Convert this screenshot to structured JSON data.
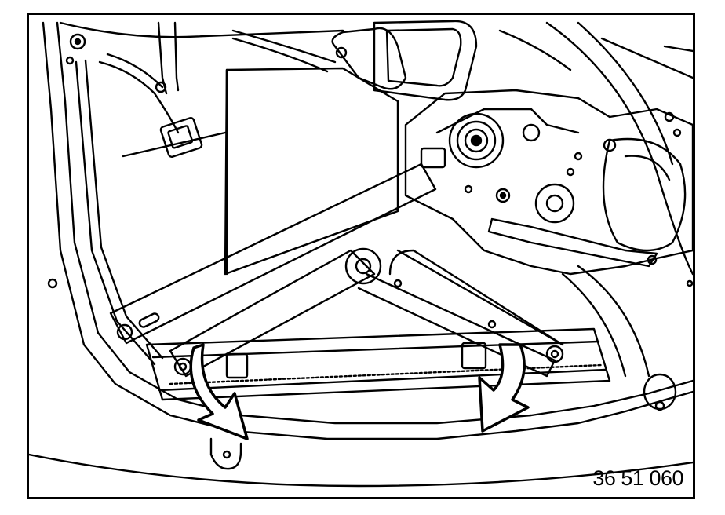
{
  "figure": {
    "reference_number": "36 51 060",
    "background_color": "#ffffff",
    "line_color": "#000000",
    "arrows": [
      {
        "name": "left-release-arrow",
        "direction": "down"
      },
      {
        "name": "right-release-arrow",
        "direction": "down"
      }
    ]
  }
}
